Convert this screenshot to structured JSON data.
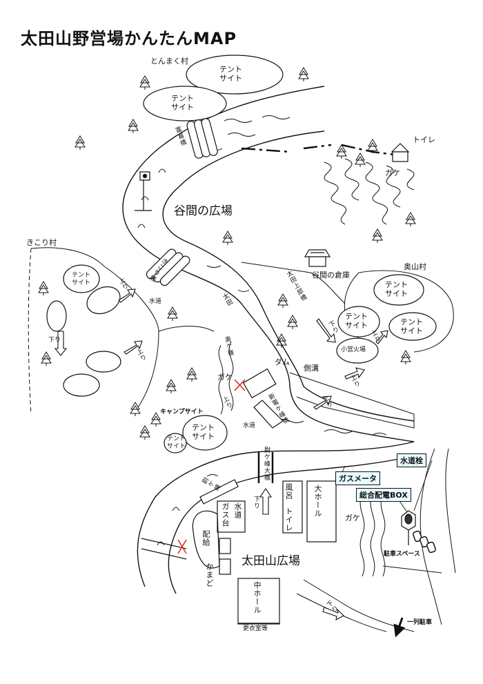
{
  "title": "太田山野営場かんたんMAP",
  "areas": {
    "tonmaku": "とんまく村",
    "kikori": "きこり村",
    "okuyama": "奥山村",
    "tanima_hiroba": "谷間の広場",
    "ota_hiroba": "太田山広場",
    "camp_site": "キャンプサイト"
  },
  "tent_sites": {
    "label": "テント\nサイト",
    "small_label": "テント\nサイト"
  },
  "facilities": {
    "toilet": "トイレ",
    "gake": "ガケ",
    "tanima_souko": "谷間の倉庫",
    "suidou": "水道",
    "dam": "ダム",
    "sokko": "側溝",
    "ko_kabashi": "小営火場",
    "furo": "風呂",
    "toire_v": "トイレ",
    "dai_hall": "大ホール",
    "naka_hall": "中ホール",
    "koui": "更衣室等",
    "suidou_gasudai": "水道",
    "gasudai": "ガス台",
    "haikyu": "配給",
    "kamado": "かまど",
    "parking": "駐車スペース",
    "ichiretsu": "一列駐車",
    "gas_meter": "ガスメータ",
    "suidousen": "水道栓",
    "sougou_haiden": "総合配電BOX"
  },
  "bridges": {
    "tomi": "富葛橋",
    "kikori_bashi": "きこり橋",
    "ota": "太田",
    "ota_kami": "太田上部橋",
    "shinden": "新電ケ峰橋",
    "kogake": "奥ケ嶺",
    "kuma_ohashi": "尉ケ峰大橋",
    "kuma": "尉ケ峰"
  },
  "directions": {
    "up": "上り",
    "down": "下り"
  },
  "icons": [
    "tree-icon",
    "flag-icon",
    "toilet-hut-icon",
    "storage-hut-icon",
    "power-box-icon"
  ]
}
